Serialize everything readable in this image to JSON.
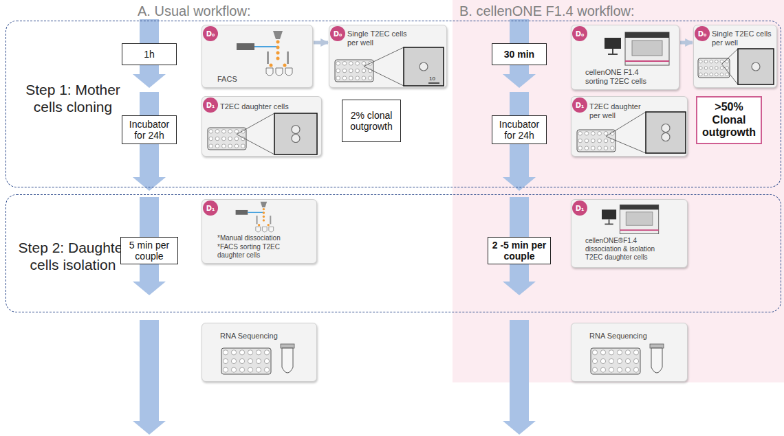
{
  "diagram": {
    "nodes": [
      {
        "text": [
          "Step 1: Mother cells cloning"
        ]
      },
      {
        "text": [
          "1h"
        ],
        "in": 0
      },
      {
        "text": [
          "FACS"
        ],
        "in": 0
      },
      {
        "text": [
          "D₀"
        ],
        "in": 2
      },
      {
        "text": [
          "Single T2EC cells per well"
        ],
        "in": 0
      },
      {
        "text": [
          "D₀"
        ],
        "in": 4
      },
      {
        "text": [
          "Incubator for 24h"
        ],
        "in": 0
      },
      {
        "text": [
          "T2EC daughter cells"
        ],
        "in": 0
      },
      {
        "text": [
          "D₁"
        ],
        "in": 7
      },
      {
        "text": [
          "2% clonal outgrowth"
        ],
        "in": 0
      },
      {
        "text": [
          "30 min"
        ],
        "in": 0
      },
      {
        "text": [
          "cellenONE F1.4 sorting T2EC cells"
        ],
        "in": 0
      },
      {
        "text": [
          "D₀"
        ],
        "in": 11
      },
      {
        "text": [
          "Single T2EC cells per well"
        ],
        "in": 0
      },
      {
        "text": [
          "D₀"
        ],
        "in": 13
      },
      {
        "text": [
          "Incubator for 24h"
        ],
        "in": 0
      },
      {
        "text": [
          "T2EC daughter per well"
        ],
        "in": 0
      },
      {
        "text": [
          "D₁"
        ],
        "in": 16
      },
      {
        "text": [
          ">50% Clonal outgrowth"
        ],
        "in": 0
      },
      {
        "text": [
          "Step 2: Daughter cells isolation"
        ]
      },
      {
        "text": [
          "5 min per couple"
        ],
        "in": 19
      },
      {
        "text": [
          "*Manual dissociation",
          "*FACS sorting T2EC daughter cells"
        ],
        "in": 19
      },
      {
        "text": [
          "D₁"
        ],
        "in": 21
      },
      {
        "text": [
          "2 -5 min per couple"
        ],
        "in": 19
      },
      {
        "text": [
          "cellenONE®F1.4 dissociation & isolation T2EC daughter cells"
        ],
        "in": 19
      },
      {
        "text": [
          "D₁"
        ],
        "in": 24
      },
      {
        "text": [
          "RNA Sequencing"
        ]
      },
      {
        "text": [
          "RNA Sequencing"
        ]
      }
    ],
    "edges": [
      {
        "from": 2,
        "to": 4,
        "arrow": "to"
      },
      {
        "from": 11,
        "to": 13,
        "arrow": "to"
      }
    ],
    "labels": [
      "A. Usual workflow:",
      "B. cellenONE F1.4 workflow:",
      "10"
    ]
  }
}
